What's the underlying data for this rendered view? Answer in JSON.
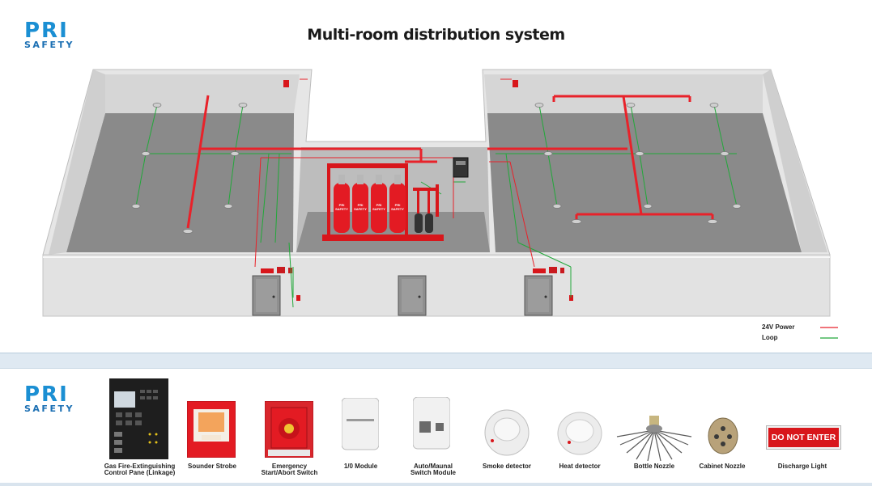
{
  "brand": {
    "name": "PRI",
    "tagline": "SAFETY"
  },
  "title": "Multi-room distribution system",
  "legend": [
    {
      "label": "24V Power",
      "color": "#e8222a"
    },
    {
      "label": "Loop",
      "color": "#22a83a"
    }
  ],
  "cylinders": {
    "label_line1": "PRI",
    "label_line2": "SAFETY"
  },
  "devices": [
    {
      "icon": "control-panel-icon",
      "label": "Gas Fire-Extinguishing Control Pane (Linkage)"
    },
    {
      "icon": "sounder-strobe-icon",
      "label": "Sounder Strobe"
    },
    {
      "icon": "start-abort-switch-icon",
      "label": "Emergency Start/Abort Switch"
    },
    {
      "icon": "io-module-icon",
      "label": "1/0 Module"
    },
    {
      "icon": "auto-manual-switch-icon",
      "label": "Auto/Maunal Switch Module"
    },
    {
      "icon": "smoke-detector-icon",
      "label": "Smoke detector"
    },
    {
      "icon": "heat-detector-icon",
      "label": "Heat detector"
    },
    {
      "icon": "bottle-nozzle-icon",
      "label": "Bottle Nozzle"
    },
    {
      "icon": "cabinet-nozzle-icon",
      "label": "Cabinet Nozzle"
    },
    {
      "icon": "discharge-light-icon",
      "label": "Discharge Light",
      "sign_text": "DO NOT ENTER"
    }
  ]
}
